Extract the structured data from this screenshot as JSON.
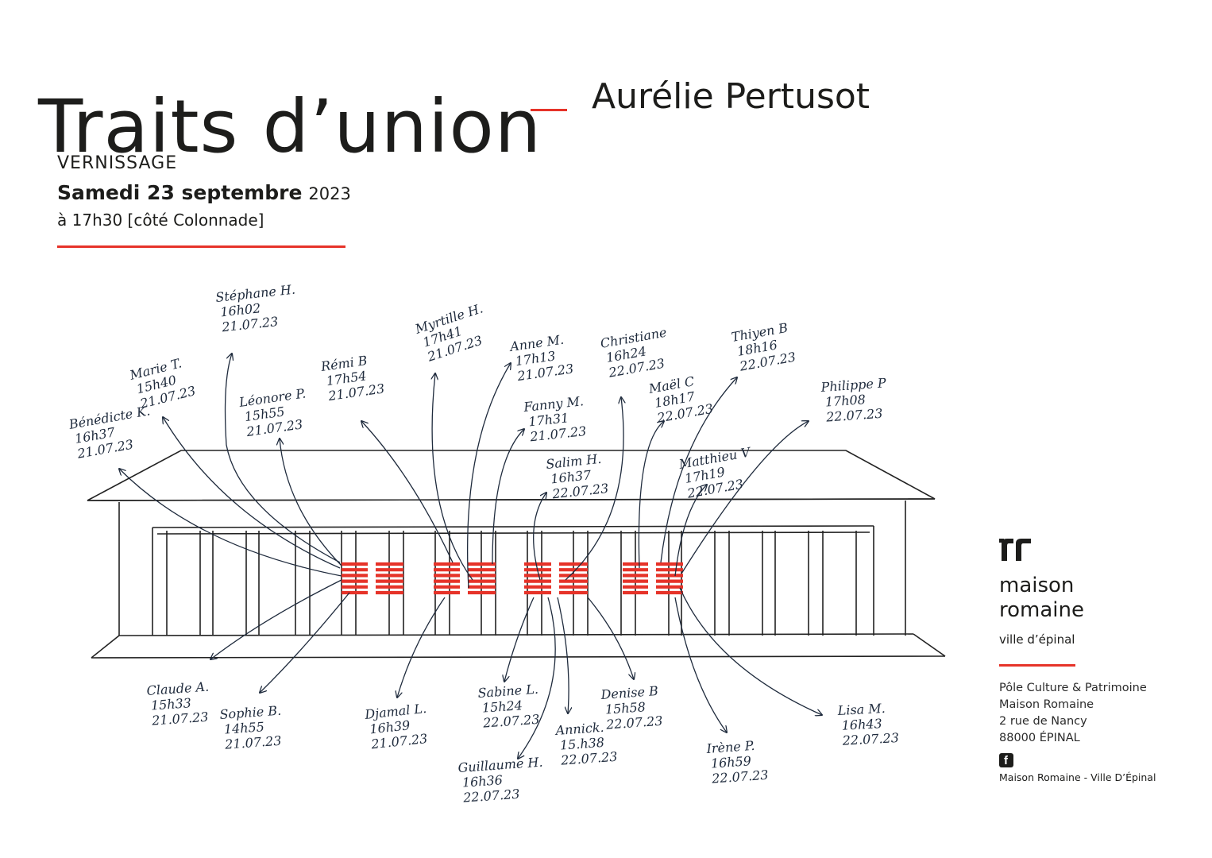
{
  "header": {
    "title": "Traits d’union",
    "artist": "Aurélie Pertusot"
  },
  "event": {
    "label": "VERNISSAGE",
    "date": "Samedi 23 septembre",
    "year": "2023",
    "time": "à 17h30 [côté Colonnade]"
  },
  "visitors": [
    {
      "name": "Stéphane H.",
      "time": "16h02",
      "date": "21.07.23"
    },
    {
      "name": "Marie T.",
      "time": "15h40",
      "date": "21.07.23"
    },
    {
      "name": "Bénédicte K.",
      "time": "16h37",
      "date": "21.07.23"
    },
    {
      "name": "Léonore P.",
      "time": "15h55",
      "date": "21.07.23"
    },
    {
      "name": "Rémi B",
      "time": "17h54",
      "date": "21.07.23"
    },
    {
      "name": "Myrtille H.",
      "time": "17h41",
      "date": "21.07.23"
    },
    {
      "name": "Anne M.",
      "time": "17h13",
      "date": "21.07.23"
    },
    {
      "name": "Fanny M.",
      "time": "17h31",
      "date": "21.07.23"
    },
    {
      "name": "Christiane",
      "time": "16h24",
      "date": "22.07.23"
    },
    {
      "name": "Salim H.",
      "time": "16h37",
      "date": "22.07.23"
    },
    {
      "name": "Maël C",
      "time": "18h17",
      "date": "22.07.23"
    },
    {
      "name": "Thiyen B",
      "time": "18h16",
      "date": "22.07.23"
    },
    {
      "name": "Matthieu V",
      "time": "17h19",
      "date": "22.07.23"
    },
    {
      "name": "Philippe P",
      "time": "17h08",
      "date": "22.07.23"
    },
    {
      "name": "Claude A.",
      "time": "15h33",
      "date": "21.07.23"
    },
    {
      "name": "Sophie B.",
      "time": "14h55",
      "date": "21.07.23"
    },
    {
      "name": "Djamal L.",
      "time": "16h39",
      "date": "21.07.23"
    },
    {
      "name": "Sabine L.",
      "time": "15h24",
      "date": "22.07.23"
    },
    {
      "name": "Guillaume H.",
      "time": "16h36",
      "date": "22.07.23"
    },
    {
      "name": "Annick.",
      "time": "15.h38",
      "date": "22.07.23"
    },
    {
      "name": "Denise B",
      "time": "15h58",
      "date": "22.07.23"
    },
    {
      "name": "Irène P.",
      "time": "16h59",
      "date": "22.07.23"
    },
    {
      "name": "Lisa M.",
      "time": "16h43",
      "date": "22.07.23"
    }
  ],
  "logo": {
    "name_line1": "maison",
    "name_line2": "romaine",
    "city": "ville d’épinal"
  },
  "address": {
    "line1": "Pôle Culture & Patrimoine",
    "line2": "Maison Romaine",
    "line3": "2 rue de Nancy",
    "line4": "88000 ÉPINAL"
  },
  "social": {
    "icon": "facebook-icon",
    "page": "Maison Romaine - Ville D’Épinal"
  },
  "colors": {
    "accent": "#e63329",
    "ink": "#1d1d1b",
    "pen": "#1f2b3d"
  }
}
